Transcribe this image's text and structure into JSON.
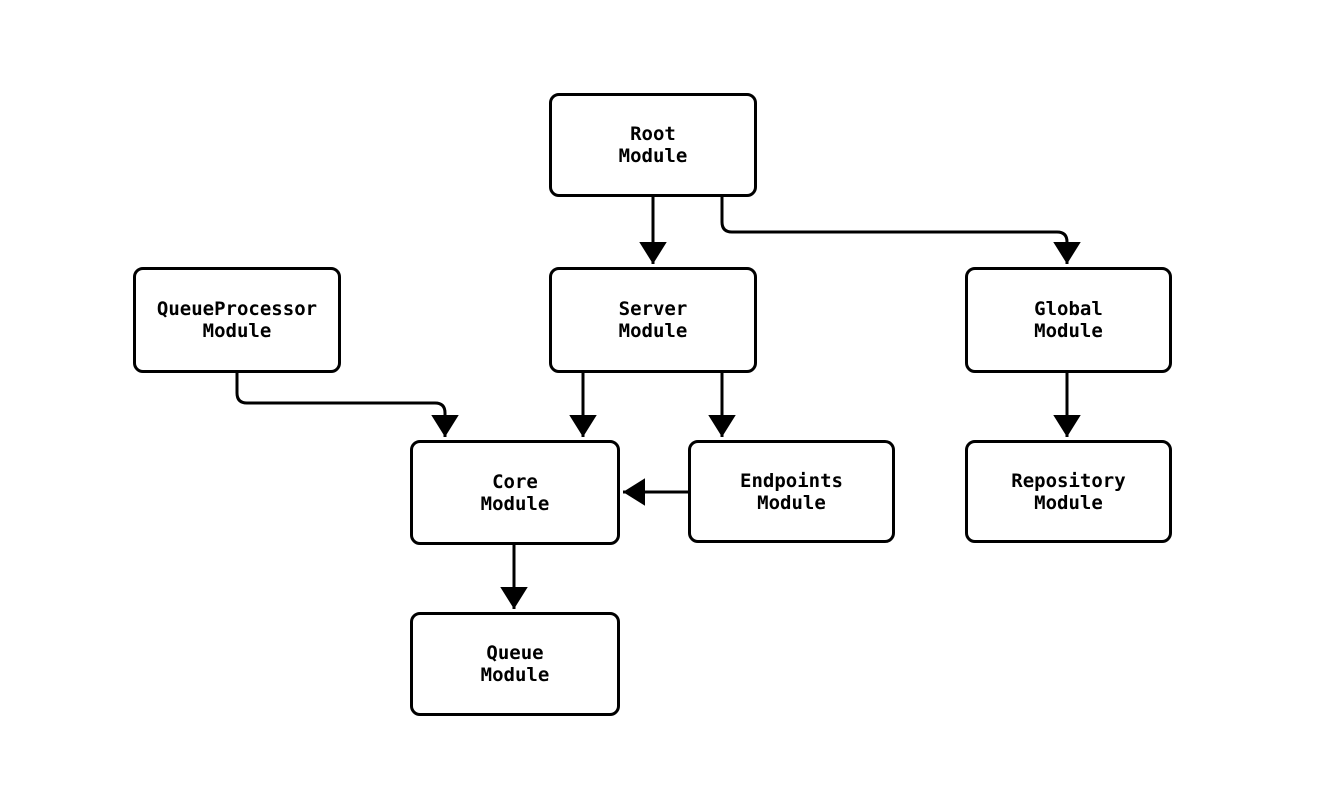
{
  "diagram": {
    "colors": {
      "background": "#ffffff",
      "node_fill": "#ffffff",
      "stroke": "#000000",
      "text": "#000000"
    },
    "nodes": {
      "root": {
        "line1": "Root",
        "line2": "Module"
      },
      "queueProcessor": {
        "line1": "QueueProcessor",
        "line2": "Module"
      },
      "server": {
        "line1": "Server",
        "line2": "Module"
      },
      "global": {
        "line1": "Global",
        "line2": "Module"
      },
      "core": {
        "line1": "Core",
        "line2": "Module"
      },
      "endpoints": {
        "line1": "Endpoints",
        "line2": "Module"
      },
      "repository": {
        "line1": "Repository",
        "line2": "Module"
      },
      "queue": {
        "line1": "Queue",
        "line2": "Module"
      }
    },
    "edges": [
      {
        "from": "Root Module",
        "to": "Server Module"
      },
      {
        "from": "Root Module",
        "to": "Global Module"
      },
      {
        "from": "QueueProcessor Module",
        "to": "Core Module"
      },
      {
        "from": "Server Module",
        "to": "Core Module"
      },
      {
        "from": "Server Module",
        "to": "Endpoints Module"
      },
      {
        "from": "Endpoints Module",
        "to": "Core Module"
      },
      {
        "from": "Global Module",
        "to": "Repository Module"
      },
      {
        "from": "Core Module",
        "to": "Queue Module"
      }
    ]
  }
}
